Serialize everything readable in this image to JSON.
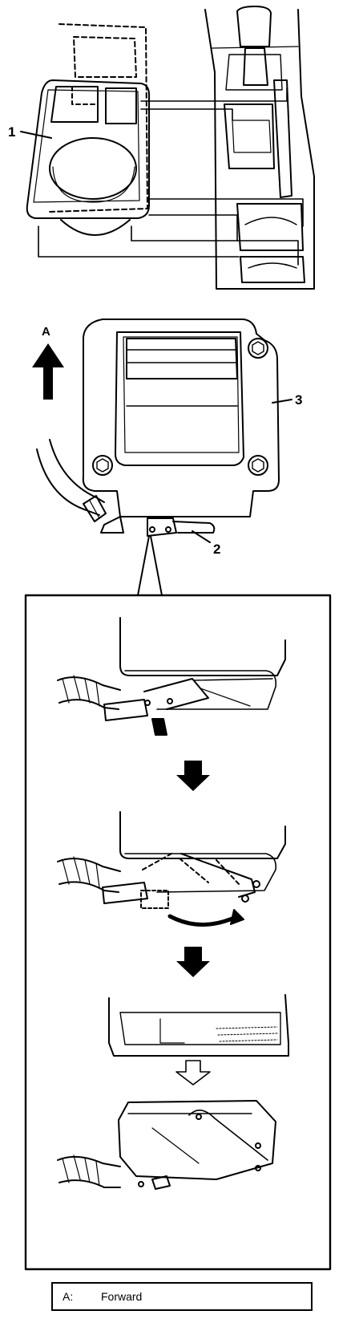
{
  "callouts": {
    "c1": "1",
    "c2": "2",
    "c3": "3",
    "arrow_letter": "A"
  },
  "legend": {
    "key": "A:",
    "text": "Forward"
  }
}
